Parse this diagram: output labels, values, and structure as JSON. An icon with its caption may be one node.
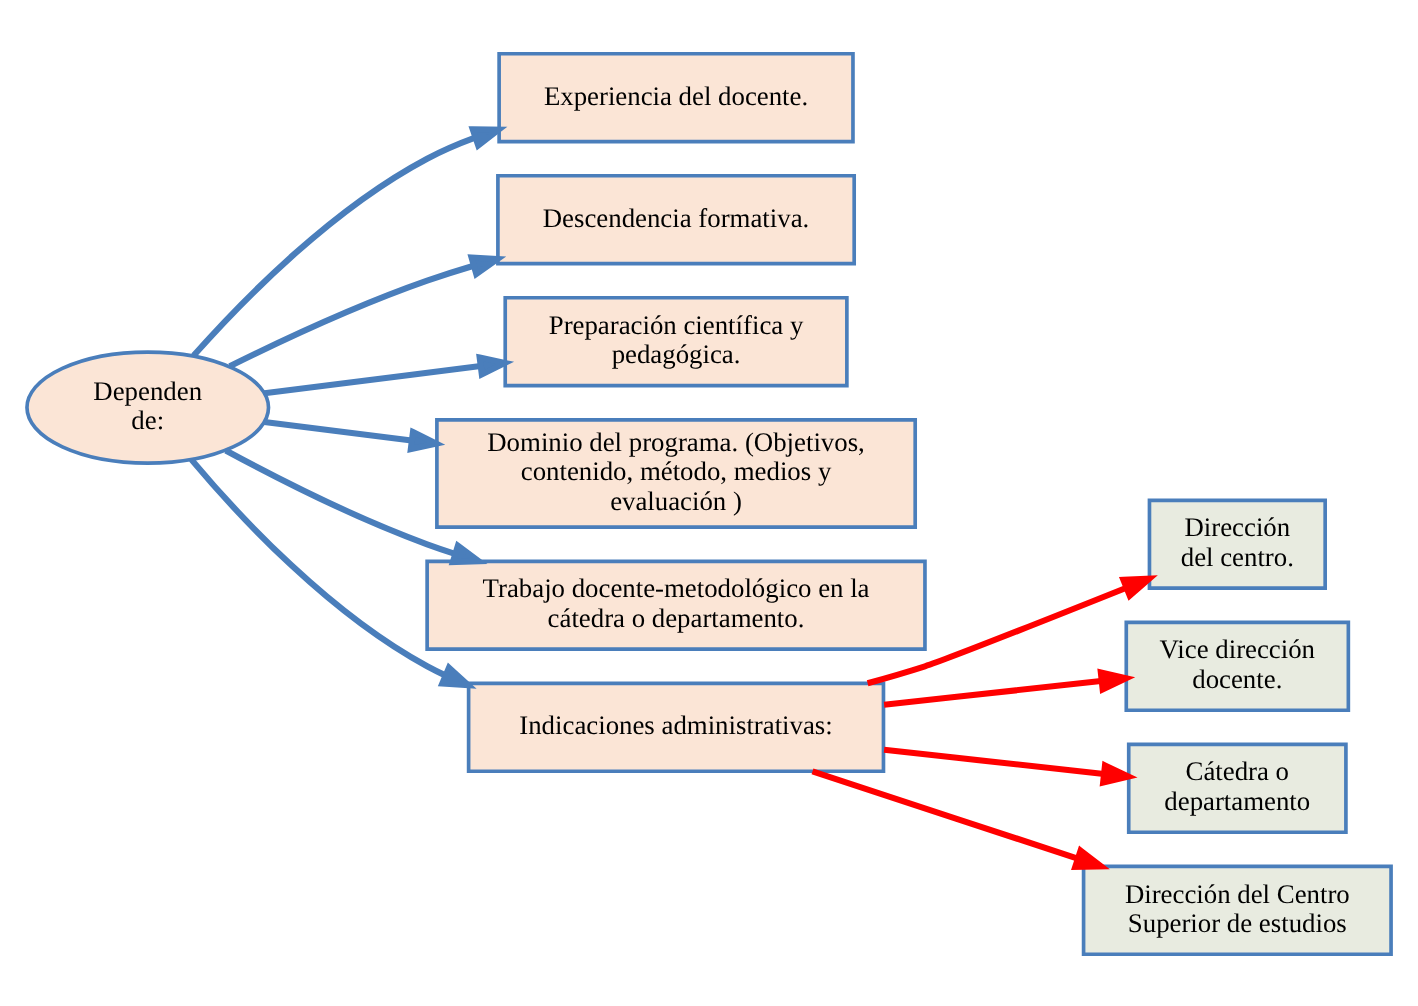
{
  "diagram": {
    "nodes": [
      {
        "text": [
          "Dependen de:"
        ]
      },
      {
        "text": [
          "Experiencia del docente."
        ]
      },
      {
        "text": [
          "Descendencia formativa."
        ]
      },
      {
        "text": [
          "Preparación científica y pedagógica."
        ]
      },
      {
        "text": [
          "Dominio del programa. (Objetivos, contenido, método, medios y evaluación )"
        ]
      },
      {
        "text": [
          "Trabajo docente-metodológico en la cátedra o departamento."
        ]
      },
      {
        "text": [
          "Indicaciones administrativas:"
        ]
      },
      {
        "text": [
          "Dirección del centro."
        ]
      },
      {
        "text": [
          "Vice dirección docente."
        ]
      },
      {
        "text": [
          "Cátedra o departamento"
        ]
      },
      {
        "text": [
          "Dirección del Centro Superior de estudios"
        ]
      }
    ],
    "edges": [
      {
        "from": 0,
        "to": 1,
        "arrow": "to"
      },
      {
        "from": 0,
        "to": 2,
        "arrow": "to"
      },
      {
        "from": 0,
        "to": 3,
        "arrow": "to"
      },
      {
        "from": 0,
        "to": 4,
        "arrow": "to"
      },
      {
        "from": 0,
        "to": 5,
        "arrow": "to"
      },
      {
        "from": 0,
        "to": 6,
        "arrow": "to"
      },
      {
        "from": 6,
        "to": 7,
        "arrow": "to",
        "color": "#ff0000"
      },
      {
        "from": 6,
        "to": 8,
        "arrow": "to",
        "color": "#ff0000"
      },
      {
        "from": 6,
        "to": 9,
        "arrow": "to",
        "color": "#ff0000"
      },
      {
        "from": 6,
        "to": 10,
        "arrow": "to",
        "color": "#ff0000"
      }
    ]
  }
}
